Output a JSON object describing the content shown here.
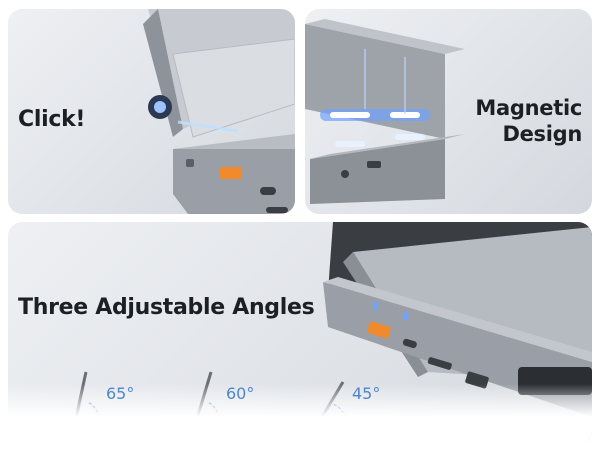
{
  "panels": {
    "top_left": {
      "headline": "Click!"
    },
    "top_right": {
      "headline_line1": "Magnetic",
      "headline_line2": "Design"
    },
    "bottom": {
      "headline": "Three Adjustable Angles",
      "angles": [
        "65°",
        "60°",
        "45°"
      ]
    }
  },
  "colors": {
    "panel_bg": "#e3e6ea",
    "headline": "#1c1f24",
    "angle_accent": "#4f86c9",
    "device_metal": "#8c9097",
    "device_dark": "#3a3d42",
    "port_orange": "#f08a2c",
    "magnet_glow": "#6fa3ff"
  }
}
